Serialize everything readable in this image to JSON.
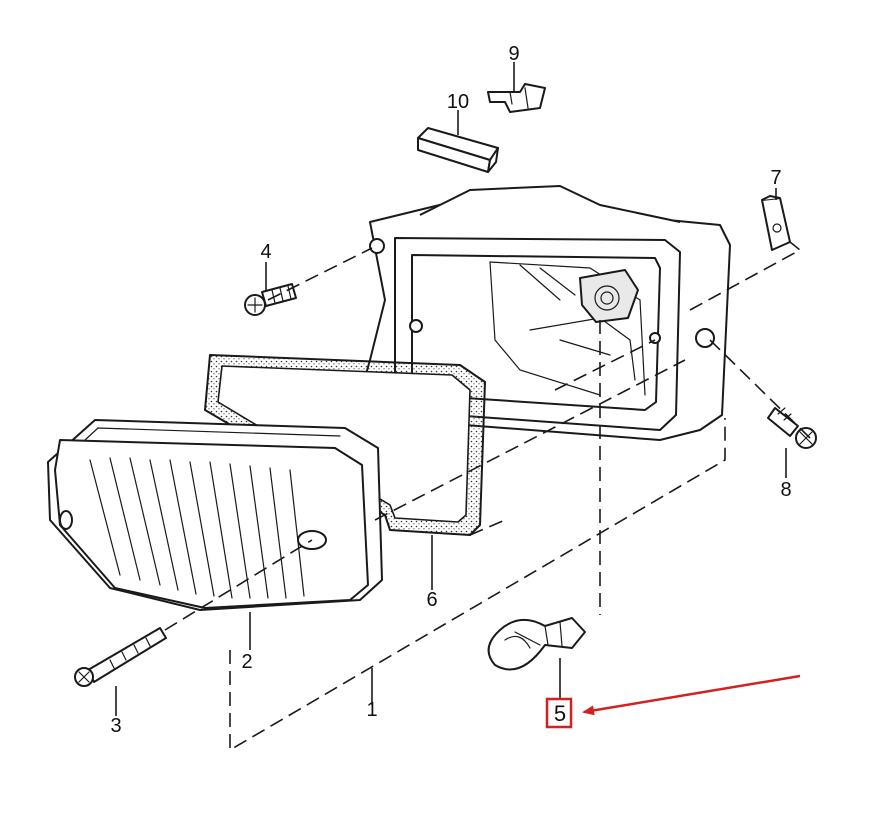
{
  "diagram": {
    "callouts": [
      {
        "id": "1",
        "label": "1"
      },
      {
        "id": "2",
        "label": "2"
      },
      {
        "id": "3",
        "label": "3"
      },
      {
        "id": "4",
        "label": "4"
      },
      {
        "id": "5",
        "label": "5"
      },
      {
        "id": "6",
        "label": "6"
      },
      {
        "id": "7",
        "label": "7"
      },
      {
        "id": "8",
        "label": "8"
      },
      {
        "id": "9",
        "label": "9"
      },
      {
        "id": "10",
        "label": "10"
      }
    ],
    "highlight": {
      "callout": "5",
      "box_color": "#d42020",
      "arrow_color": "#d42020"
    }
  }
}
